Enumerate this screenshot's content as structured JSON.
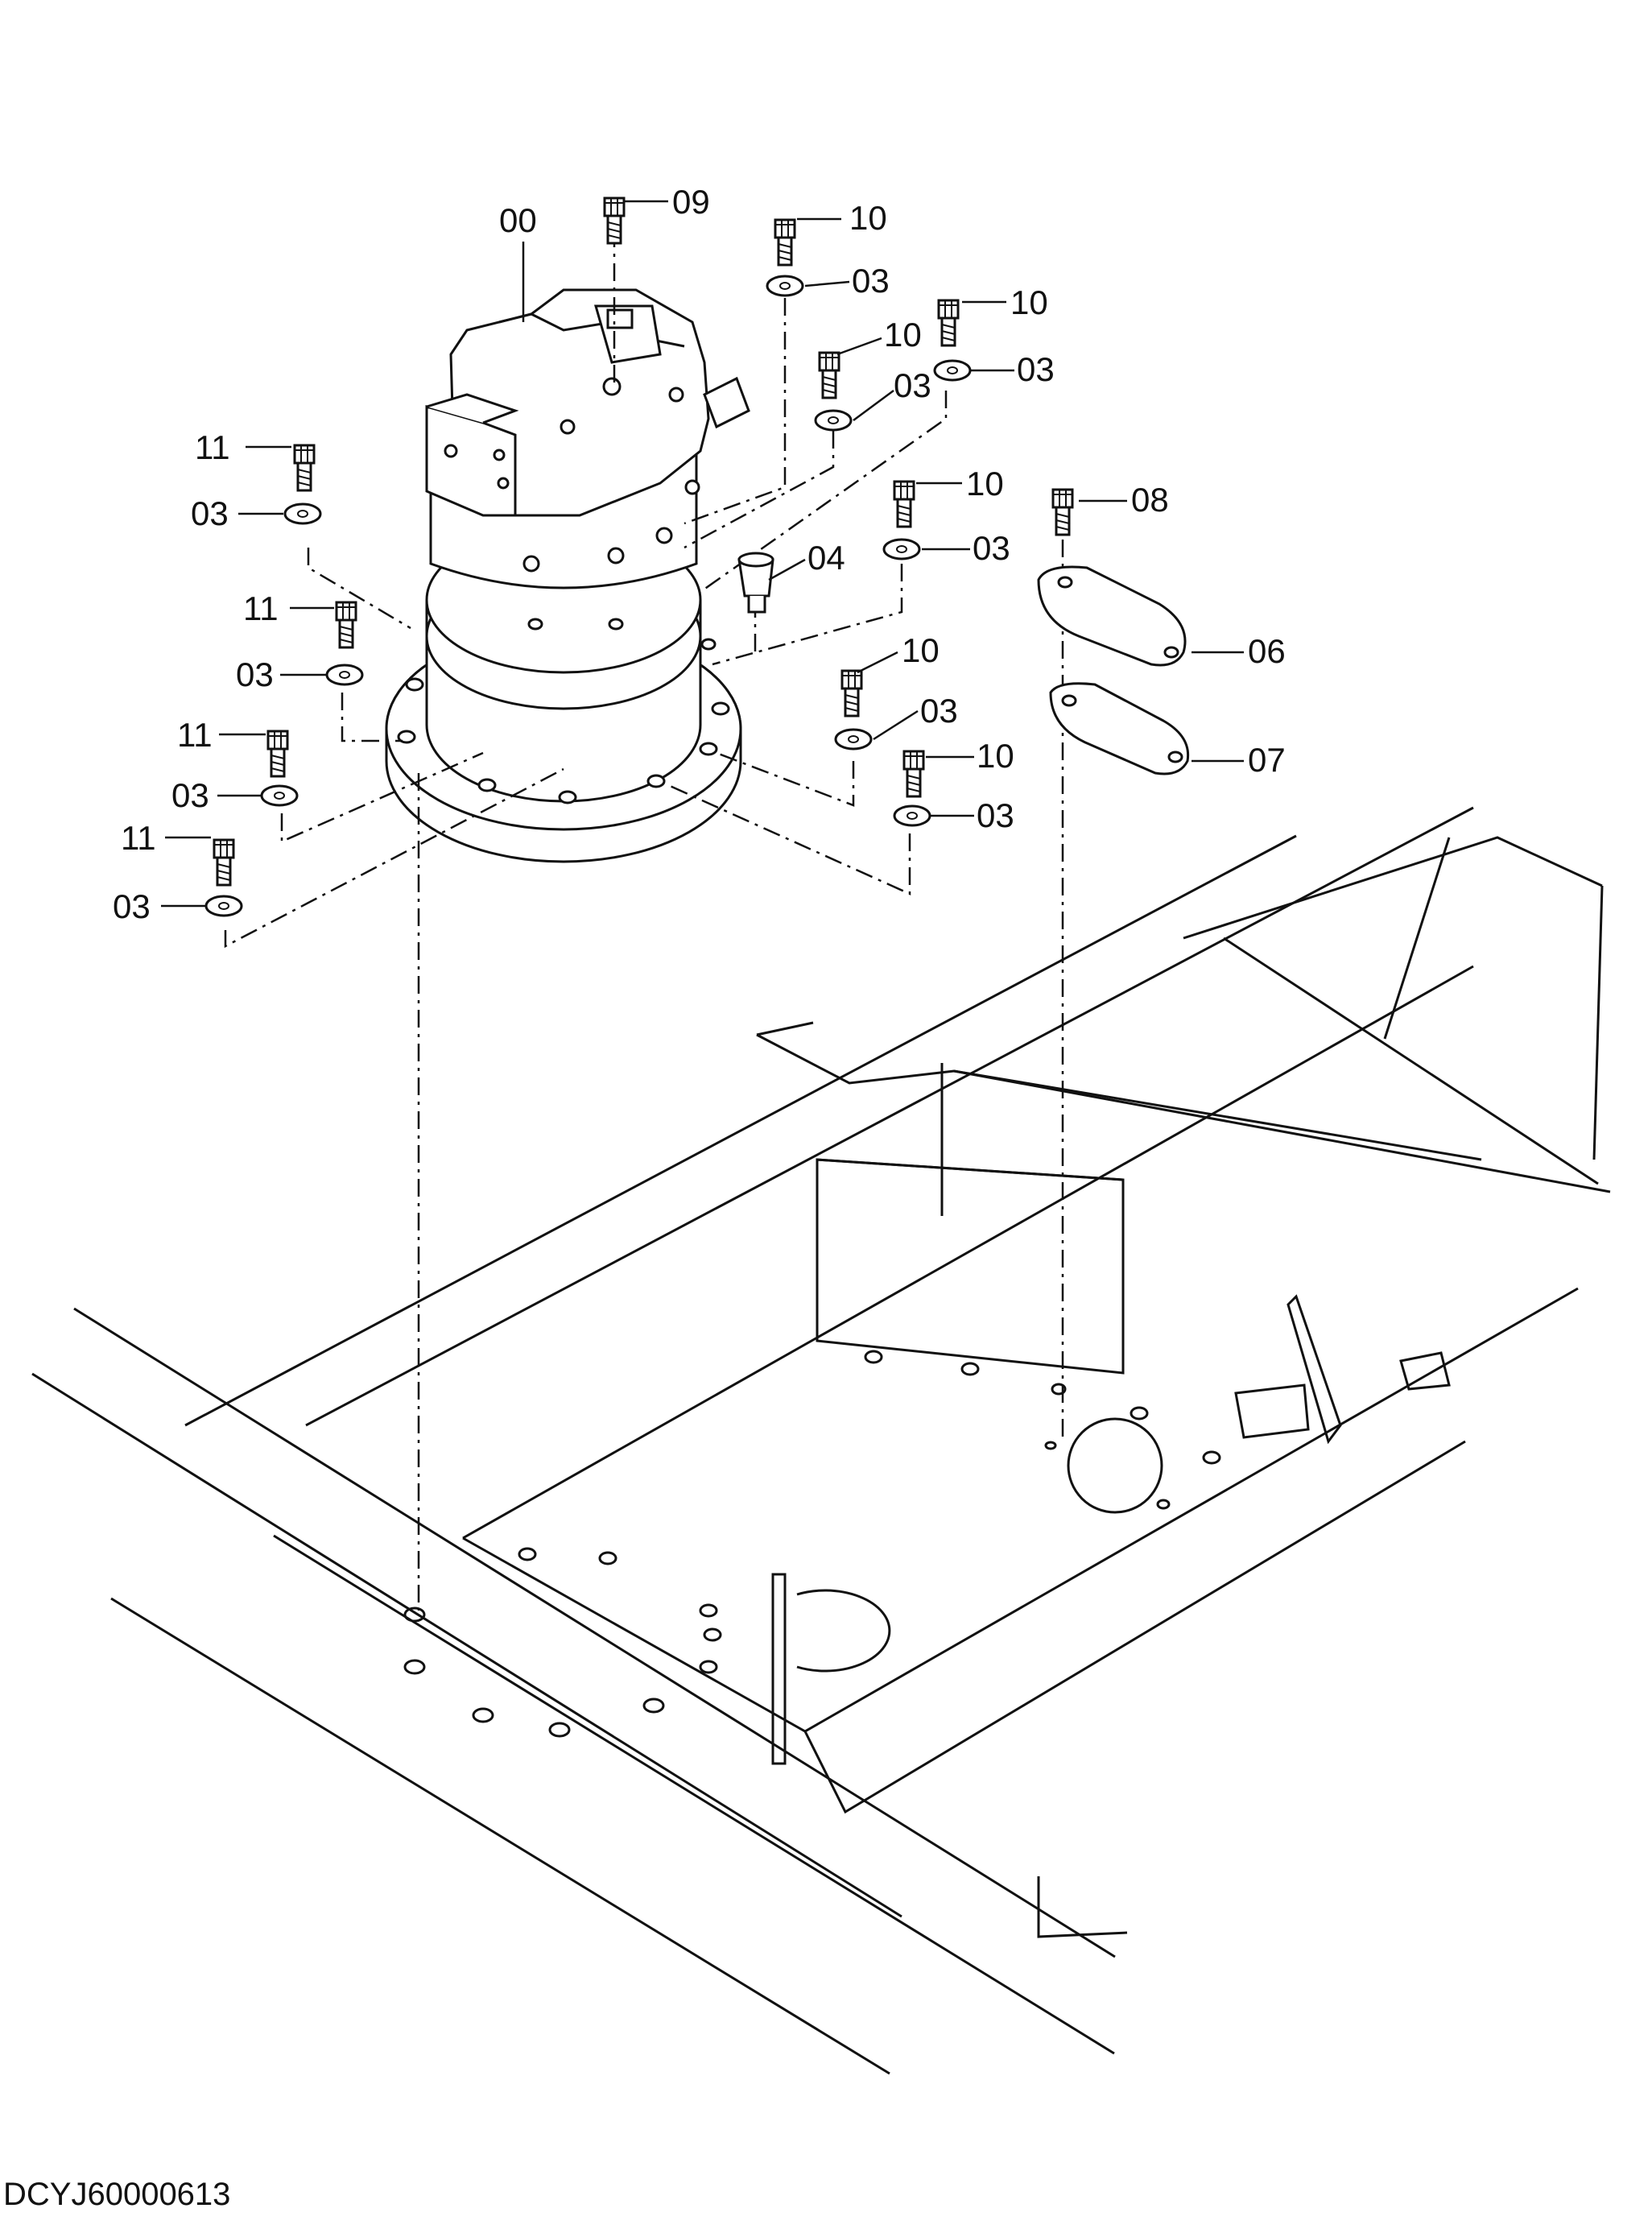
{
  "drawing_number": "DCYJ60000613",
  "labels": {
    "motor": "00",
    "washer": "03",
    "plug": "04",
    "gasket_upper": "06",
    "gasket_lower": "07",
    "bolt_plate": "08",
    "bolt_top": "09",
    "bolt_10": "10",
    "bolt_11": "11"
  },
  "colors": {
    "line": "#111111",
    "background": "#ffffff"
  }
}
